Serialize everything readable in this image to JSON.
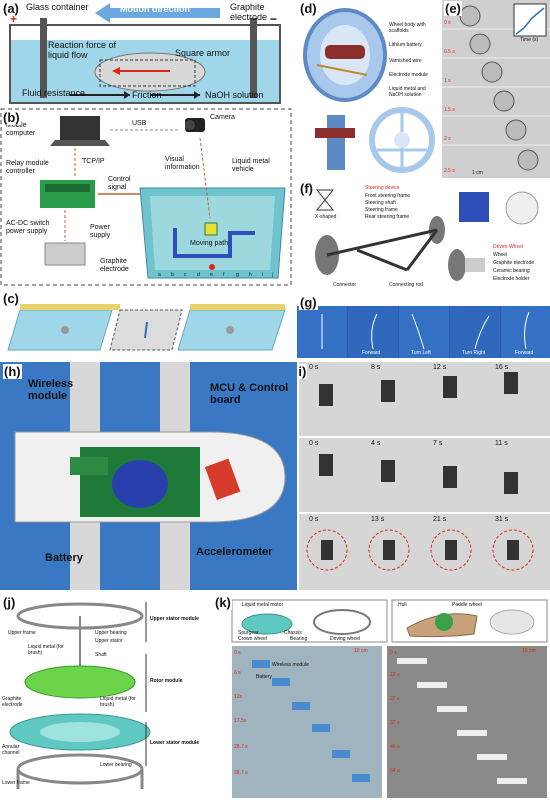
{
  "panel_a": {
    "label": "(a)",
    "glass_container": "Glass container",
    "motion_direction": "Motion direction",
    "graphite_electrode": "Graphite electrode",
    "plus": "+",
    "minus": "−",
    "reaction_force": "Reaction force of liquid flow",
    "square_armor": "Square armor",
    "fluid_resistance": "Fluid resistance",
    "friction": "Friction",
    "naoh": "NaOH solution"
  },
  "panel_b": {
    "label": "(b)",
    "mobile_computer": "Mobile computer",
    "usb": "USB",
    "camera": "Camera",
    "relay": "Relay module controller",
    "tcpip": "TCP/IP",
    "visual_information": "Visual information",
    "liquid_metal_vehicle": "Liquid metal vehicle",
    "control_signal": "Control signal",
    "acdc": "AC-DC switch power supply",
    "power_supply": "Power supply",
    "moving_path": "Moving path",
    "graphite_electrode": "Graphite electrode",
    "grid_letters": [
      "a",
      "b",
      "c",
      "d",
      "e",
      "f",
      "g",
      "h",
      "i",
      "j"
    ]
  },
  "panel_c": {
    "label": "(c)"
  },
  "panel_d": {
    "label": "(d)",
    "wheel_body": "Wheel body with scaffolds",
    "lithium_battery": "Lithium battery",
    "varnished_wire": "Varnished wire",
    "electrode_module": "Electrode module",
    "liquid_metal_naoh": "Liquid metal and NaOH solution"
  },
  "panel_e": {
    "label": "(e)",
    "times": [
      "0 s",
      "0.5 s",
      "1 s",
      "1.5 s",
      "2 s",
      "2.5 s"
    ],
    "scale": "1 cm",
    "inset_xlabel": "Time (s)"
  },
  "panel_f": {
    "label": "(f)",
    "x_shaped": "X-shaped",
    "steering_device": "Steering device",
    "front_steering_frame": "Front steering frame",
    "steering_shaft": "Steering shaft",
    "steering_frame": "Steering frame",
    "rear_steering_frame": "Rear steering frame",
    "connector": "Connector",
    "connecting_rod": "Connecting rod",
    "driven_wheel": "Driven Wheel",
    "wheel": "Wheel",
    "graphite_electrode": "Graphite electrode",
    "ceramic_bearing": "Ceramic bearing",
    "electrode_holder": "Electrode holder"
  },
  "panel_g": {
    "label": "(g)",
    "captions": [
      "Forward",
      "Turn Left",
      "Turn Right",
      "Forward"
    ]
  },
  "panel_h": {
    "label": "(h)",
    "wireless_module": "Wireless module",
    "mcu": "MCU & Control board",
    "battery": "Battery",
    "accelerometer": "Accelerometer"
  },
  "panel_i": {
    "label": "(i)",
    "row1": [
      "0 s",
      "8 s",
      "12 s",
      "16 s"
    ],
    "row2": [
      "0 s",
      "4 s",
      "7 s",
      "11 s"
    ],
    "row3": [
      "0 s",
      "13 s",
      "21 s",
      "31 s"
    ]
  },
  "panel_j": {
    "label": "(j)",
    "upper_frame": "Upper frame",
    "upper_bearing": "Upper bearing",
    "upper_stator": "Upper stator",
    "upper_stator_module": "Upper stator module",
    "liquid_metal_brush": "Liquid metal (for brush)",
    "shaft": "Shaft",
    "rotor_module": "Rotor module",
    "graphite_electrode": "Graphite electrode",
    "liquid_metal_brush2": "Liquid metal (for brush)",
    "annular_channel": "Annular channel",
    "lower_stator_module": "Lower stator module",
    "lower_bearing": "Lower bearing",
    "lower_frame": "Lower frame"
  },
  "panel_k": {
    "label": "(k)",
    "liquid_metal_motor": "Liquid metal motor",
    "spurgear": "Spurgear",
    "crown_wheel": "Crown wheel",
    "chassis": "Chassis",
    "bearing": "Bearing",
    "driving_wheel": "Driving wheel",
    "hull": "Hull",
    "paddle_wheel": "Paddle wheel",
    "wireless_module": "Wireless module",
    "battery": "Battery",
    "scale_left": "10 cm",
    "times_left": [
      "0 s",
      "6 s",
      "12s",
      "17.5s",
      "28.7 s",
      "38.7 s"
    ],
    "scale_right": "10 cm",
    "times_right": [
      "0 s",
      "12 s",
      "27 s",
      "37 s",
      "46 s",
      "54 s"
    ]
  },
  "colors": {
    "water": "#9fd6ea",
    "accent_blue": "#2f6fb8",
    "accent_red": "#d9281c",
    "green": "#33cc33"
  }
}
